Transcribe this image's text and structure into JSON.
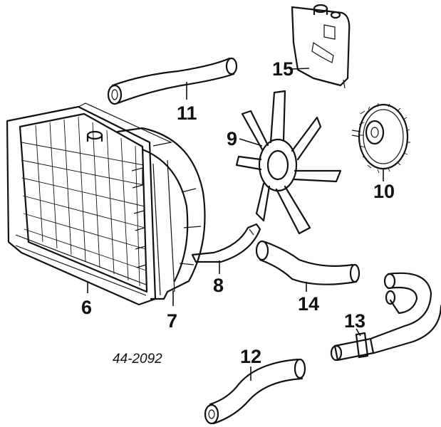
{
  "diagram": {
    "part_number": "44-2092",
    "callouts": [
      {
        "id": "15",
        "label": "15"
      },
      {
        "id": "11",
        "label": "11"
      },
      {
        "id": "9",
        "label": "9"
      },
      {
        "id": "10",
        "label": "10"
      },
      {
        "id": "8",
        "label": "8"
      },
      {
        "id": "14",
        "label": "14"
      },
      {
        "id": "6",
        "label": "6"
      },
      {
        "id": "7",
        "label": "7"
      },
      {
        "id": "13",
        "label": "13"
      },
      {
        "id": "12",
        "label": "12"
      }
    ]
  }
}
